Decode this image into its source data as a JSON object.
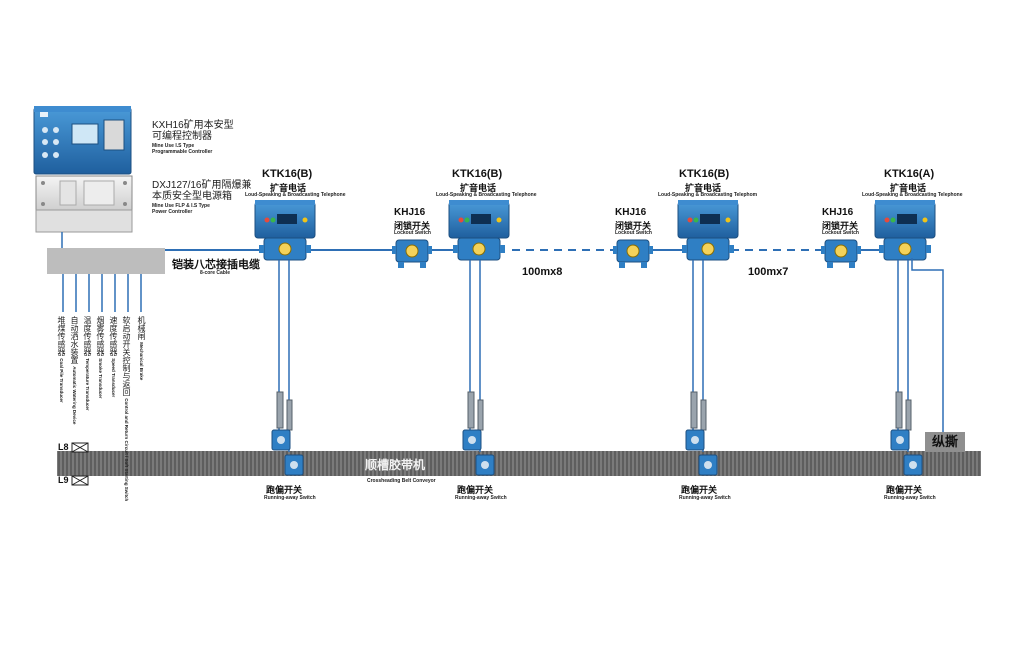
{
  "controller": {
    "model_cn": "KXH16矿用本安型",
    "name_cn": "可编程控制器",
    "name_en_1": "Mine Use I.S Type",
    "name_en_2": "Programmable Controller"
  },
  "power_box": {
    "model_cn": "DXJ127/16矿用隔爆兼",
    "name_cn": "本质安全型电源箱",
    "name_en_1": "Mine Use FLP & I.S Type",
    "name_en_2": "Power Controller"
  },
  "cable": {
    "label_cn": "铠装八芯接插电缆",
    "label_en": "8-core Cable"
  },
  "sensors": [
    {
      "cn": "堆煤传感器",
      "en": "Coal Pile Transducer"
    },
    {
      "cn": "自动洒水装置",
      "en": "Automatic Watering Device"
    },
    {
      "cn": "温度传感器",
      "en": "Temperature Transducer"
    },
    {
      "cn": "烟雾传感器",
      "en": "Smoke Transducer"
    },
    {
      "cn": "速度传感器",
      "en": "Speed Transducer"
    },
    {
      "cn": "软启动开关控制与返回",
      "en": "Control and Return Circuit / Soft Starting Switch"
    },
    {
      "cn": "机械闸",
      "en": "Mechanical Brake"
    }
  ],
  "phones": [
    {
      "model": "KTK16(B)",
      "cn": "扩音电话",
      "en": "Loud-Speaking & Broadcasting Telephone"
    },
    {
      "model": "KTK16(B)",
      "cn": "扩音电话",
      "en": "Loud-Speaking & Broadcasting Telephone"
    },
    {
      "model": "KTK16(B)",
      "cn": "扩音电话",
      "en": "Loud-Speaking & Broadcasting Telephom"
    },
    {
      "model": "KTK16(A)",
      "cn": "扩音电话",
      "en": "Loud-Speaking & Broadcasting Telephone"
    }
  ],
  "lock_switches": [
    {
      "model": "KHJ16",
      "cn": "闭锁开关",
      "en": "Lockout Switch"
    },
    {
      "model": "KHJ16",
      "cn": "闭锁开关",
      "en": "Lockout Switch"
    },
    {
      "model": "KHJ16",
      "cn": "闭锁开关",
      "en": "Lockout Switch"
    }
  ],
  "distances": [
    "100mx8",
    "100mx7"
  ],
  "conveyor": {
    "label_cn": "顺槽胶带机",
    "label_en": "Crossheading Belt Conveyor"
  },
  "runaway_switches": [
    {
      "cn": "跑偏开关",
      "en": "Running-away Switch"
    },
    {
      "cn": "跑偏开关",
      "en": "Running-away Switch"
    },
    {
      "cn": "跑偏开关",
      "en": "Running-away Switch"
    },
    {
      "cn": "跑偏开关",
      "en": "Running-away Switch"
    }
  ],
  "tear": {
    "label_cn": "纵撕"
  },
  "levels": [
    "L8",
    "L9"
  ],
  "colors": {
    "device_blue": "#2f7fc4",
    "line_blue": "#2e6fb5",
    "belt": "#6b6b6b",
    "panel_gray": "#bdbdbd"
  }
}
